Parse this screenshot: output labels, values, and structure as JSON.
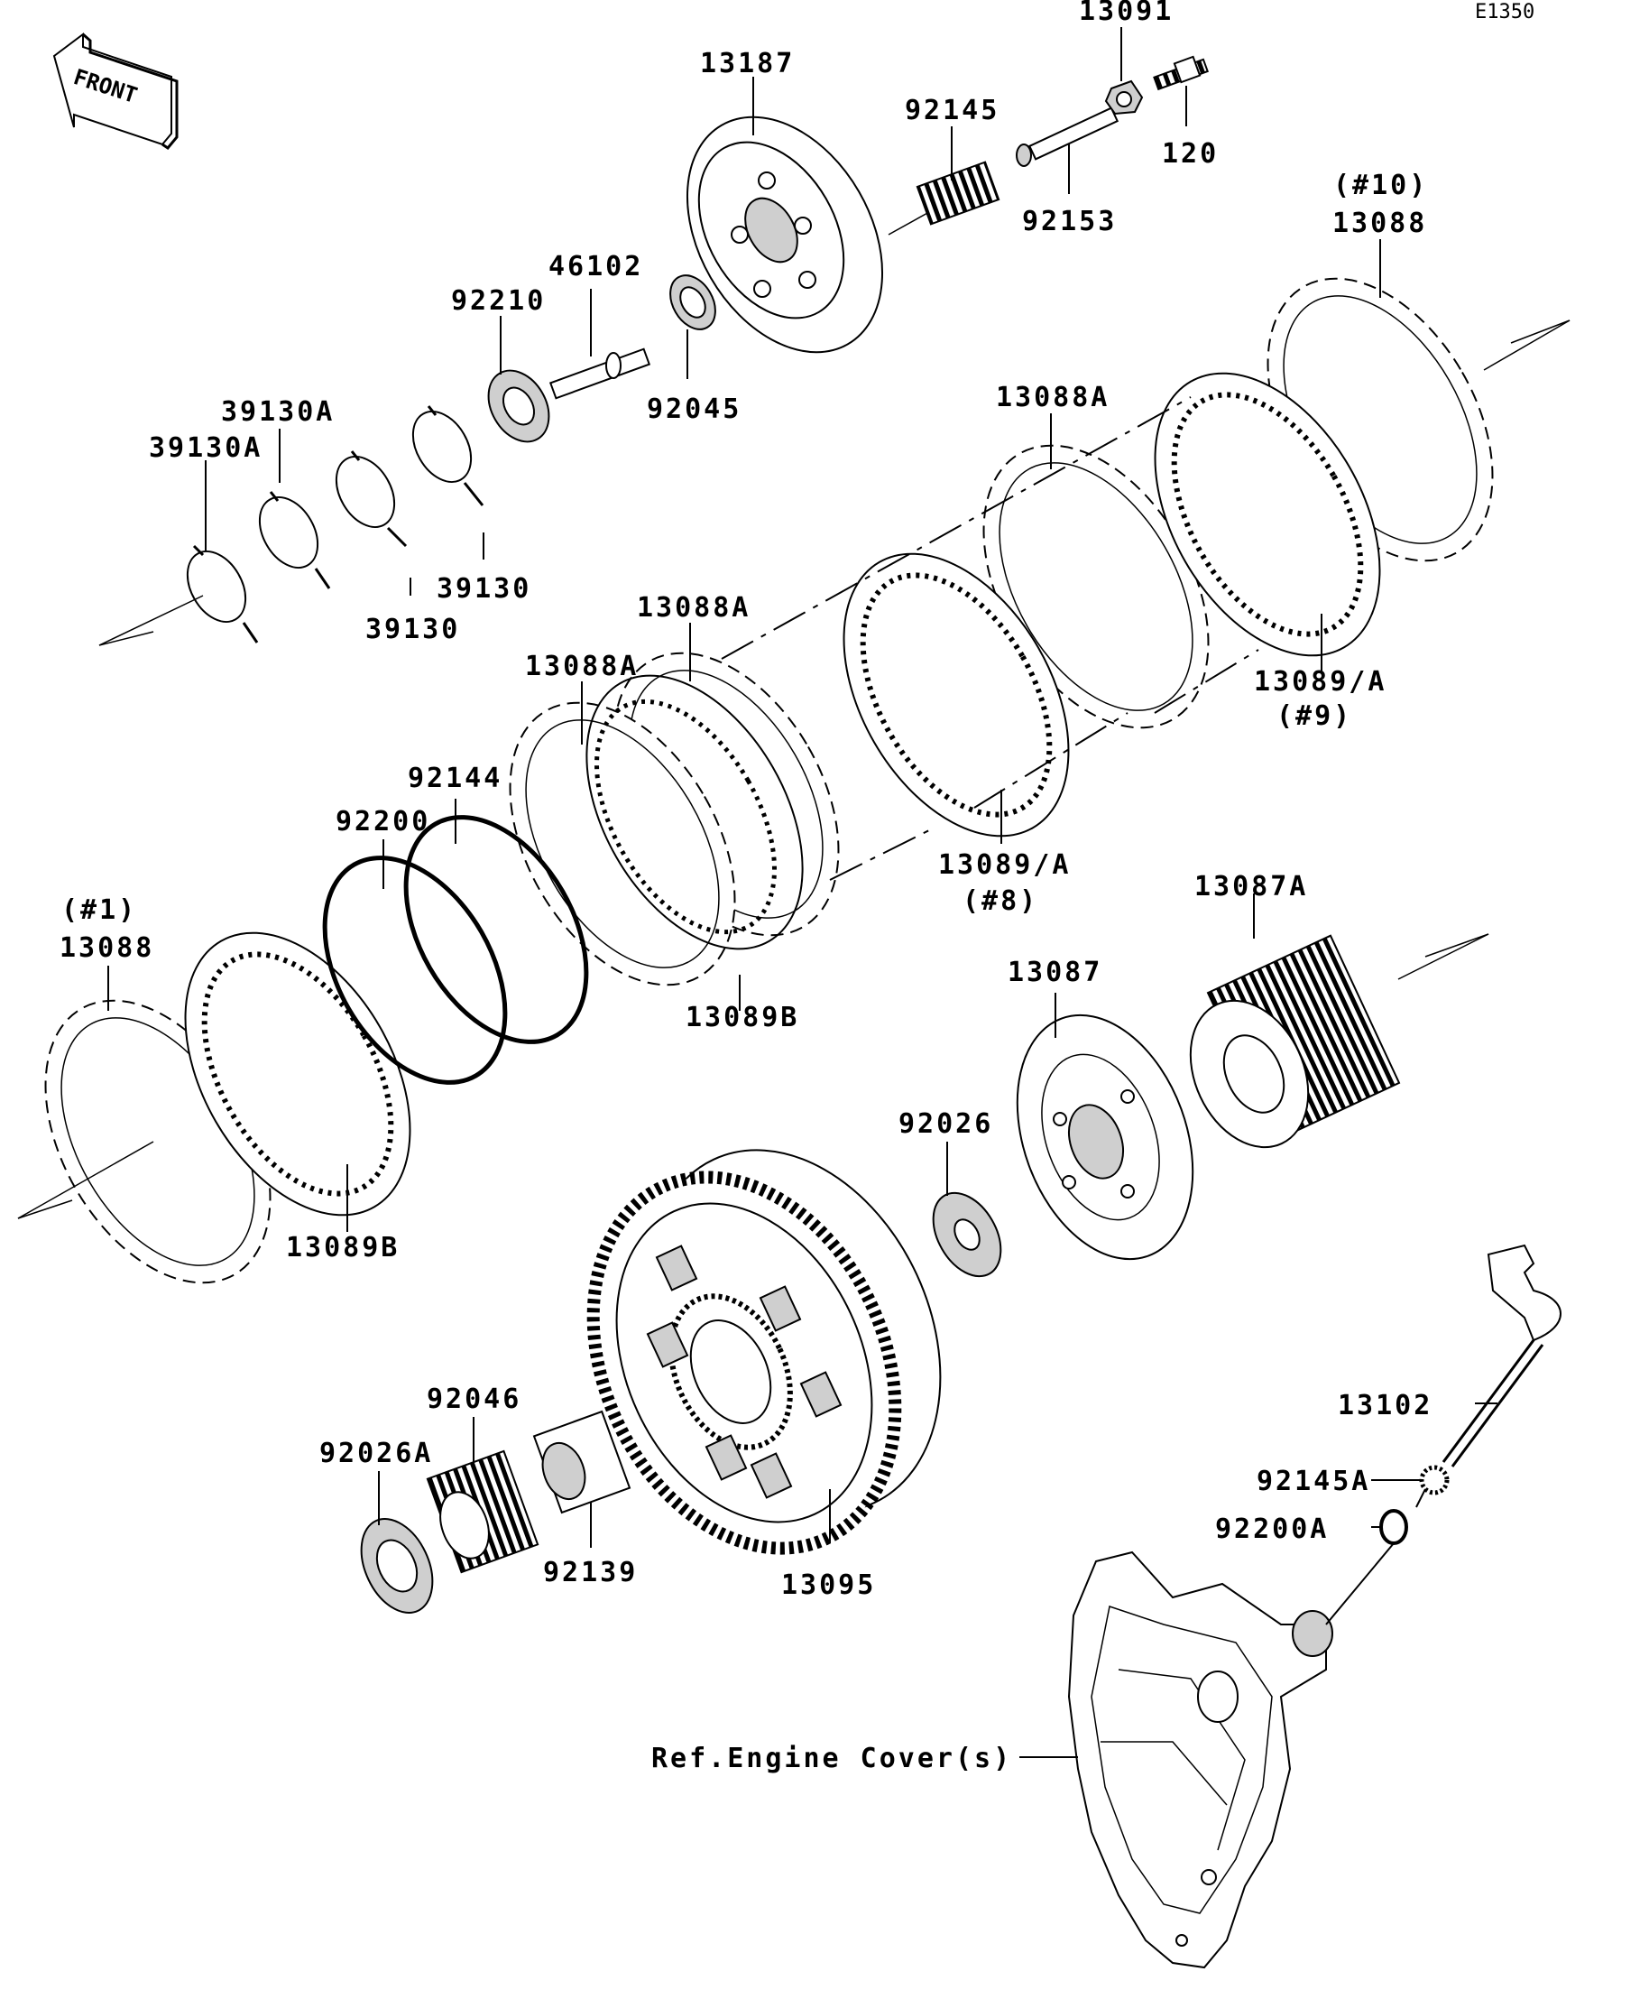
{
  "diagram_code": "E1350",
  "front_label": "FRONT",
  "parts": [
    {
      "id": "p13091",
      "text": "13091"
    },
    {
      "id": "p13187",
      "text": "13187"
    },
    {
      "id": "p92145",
      "text": "92145"
    },
    {
      "id": "p120",
      "text": "120"
    },
    {
      "id": "p92153",
      "text": "92153"
    },
    {
      "id": "p13088-10-note",
      "text": "(#10)"
    },
    {
      "id": "p13088-10",
      "text": "13088"
    },
    {
      "id": "p46102",
      "text": "46102"
    },
    {
      "id": "p92210",
      "text": "92210"
    },
    {
      "id": "p92045",
      "text": "92045"
    },
    {
      "id": "p39130A-1",
      "text": "39130A"
    },
    {
      "id": "p39130A-2",
      "text": "39130A"
    },
    {
      "id": "p39130-1",
      "text": "39130"
    },
    {
      "id": "p39130-2",
      "text": "39130"
    },
    {
      "id": "p13088A-1",
      "text": "13088A"
    },
    {
      "id": "p13088A-2",
      "text": "13088A"
    },
    {
      "id": "p13088A-3",
      "text": "13088A"
    },
    {
      "id": "p13089A-9",
      "text": "13089/A"
    },
    {
      "id": "p13089A-9-note",
      "text": "(#9)"
    },
    {
      "id": "p13089A-8",
      "text": "13089/A"
    },
    {
      "id": "p13089A-8-note",
      "text": "(#8)"
    },
    {
      "id": "p92144",
      "text": "92144"
    },
    {
      "id": "p92200",
      "text": "92200"
    },
    {
      "id": "p13088-1-note",
      "text": "(#1)"
    },
    {
      "id": "p13088-1",
      "text": "13088"
    },
    {
      "id": "p13089B-1",
      "text": "13089B"
    },
    {
      "id": "p13089B-2",
      "text": "13089B"
    },
    {
      "id": "p13087A",
      "text": "13087A"
    },
    {
      "id": "p13087",
      "text": "13087"
    },
    {
      "id": "p92026",
      "text": "92026"
    },
    {
      "id": "p92046",
      "text": "92046"
    },
    {
      "id": "p92026A",
      "text": "92026A"
    },
    {
      "id": "p92139",
      "text": "92139"
    },
    {
      "id": "p13095",
      "text": "13095"
    },
    {
      "id": "p13102",
      "text": "13102"
    },
    {
      "id": "p92145A",
      "text": "92145A"
    },
    {
      "id": "p92200A",
      "text": "92200A"
    },
    {
      "id": "pRefCover",
      "text": "Ref.Engine Cover(s)"
    }
  ]
}
